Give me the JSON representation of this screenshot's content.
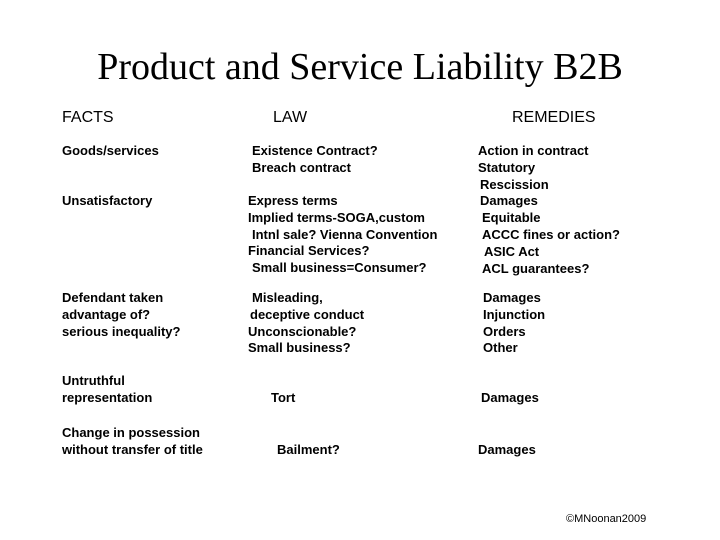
{
  "slide": {
    "title": "Product and Service Liability B2B",
    "headers": {
      "facts": "FACTS",
      "law": "LAW",
      "remedies": "REMEDIES"
    },
    "rows": [
      {
        "facts": [
          "Goods/services"
        ],
        "law": [
          "Existence Contract?",
          "Breach contract"
        ],
        "remedies": [
          "Action in contract",
          "Statutory",
          "Rescission",
          "Damages",
          "Equitable",
          "ACCC fines or action?",
          "ASIC Act",
          "ACL guarantees?"
        ]
      },
      {
        "facts": [
          "Unsatisfactory"
        ],
        "law": [
          "Express terms",
          "Implied terms-SOGA,custom",
          "Intnl sale? Vienna Convention",
          "Financial Services?",
          "Small business=Consumer?"
        ],
        "remedies": []
      },
      {
        "facts": [
          "Defendant taken",
          "advantage of?",
          "serious inequality?"
        ],
        "law": [
          "Misleading,",
          "deceptive conduct",
          "Unconscionable?",
          "Small business?"
        ],
        "remedies": [
          "Damages",
          "Injunction",
          "Orders",
          "Other"
        ]
      },
      {
        "facts": [
          "Untruthful",
          "representation"
        ],
        "law": [
          "Tort"
        ],
        "remedies": [
          "Damages"
        ]
      },
      {
        "facts": [
          "Change in possession",
          "without transfer of title"
        ],
        "law": [
          "Bailment?"
        ],
        "remedies": [
          "Damages"
        ]
      }
    ],
    "footer": "©MNoonan2009"
  }
}
